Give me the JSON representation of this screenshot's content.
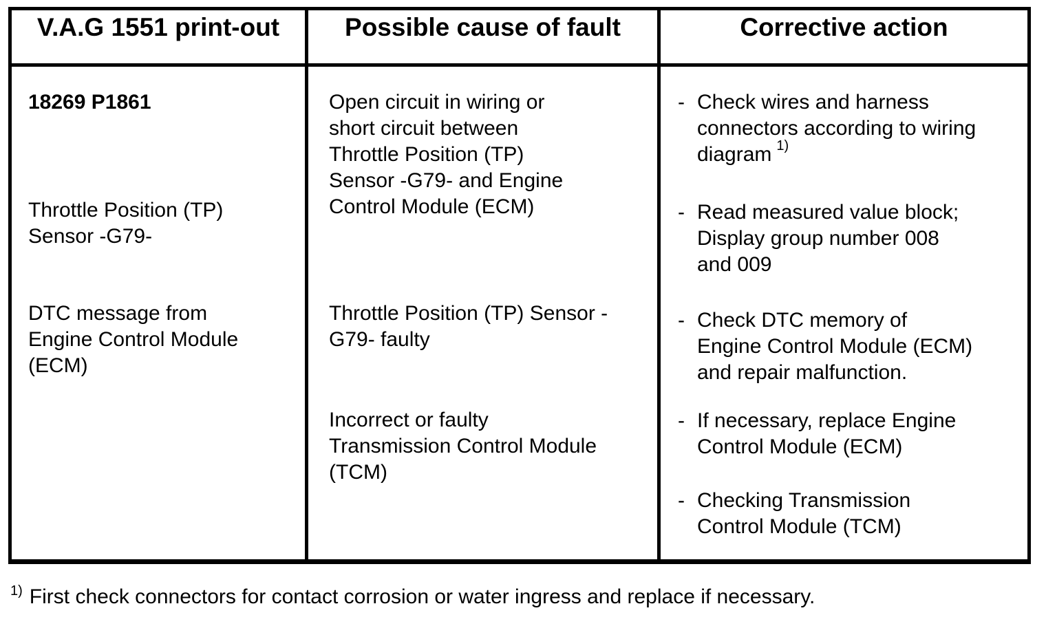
{
  "colors": {
    "background": "#ffffff",
    "text": "#000000",
    "border": "#000000"
  },
  "table": {
    "headers": [
      "V.A.G 1551 print-out",
      "Possible cause of fault",
      "Corrective action"
    ],
    "col1": {
      "dtc_code": "18269 P1861",
      "blocks": [
        {
          "lines": [
            "Throttle Position (TP)",
            "Sensor -G79-"
          ]
        },
        {
          "lines": [
            "DTC message from",
            "Engine Control Module",
            "(ECM)"
          ]
        }
      ]
    },
    "col2": {
      "blocks": [
        {
          "lines": [
            "Open circuit in wiring or",
            "short circuit between",
            "Throttle Position (TP)",
            "Sensor -G79- and Engine",
            "Control Module (ECM)"
          ]
        },
        {
          "lines": [
            "Throttle Position (TP) Sensor -",
            "G79- faulty"
          ]
        },
        {
          "lines": [
            "Incorrect or faulty",
            "Transmission Control Module",
            "(TCM)"
          ]
        }
      ]
    },
    "col3": {
      "bullet_char": "-",
      "bullets": [
        {
          "lines": [
            "Check wires and harness",
            "connectors according to wiring",
            "diagram"
          ],
          "footnote_ref": "1)"
        },
        {
          "lines": [
            "Read measured value block;",
            "Display group number 008",
            "and 009"
          ]
        },
        {
          "lines": [
            "Check DTC memory of",
            "Engine Control Module (ECM)",
            "and repair malfunction."
          ]
        },
        {
          "lines": [
            "If necessary, replace Engine",
            "Control Module (ECM)"
          ]
        },
        {
          "lines": [
            "Checking Transmission",
            "Control Module (TCM)"
          ]
        }
      ]
    }
  },
  "footnote": {
    "marker": "1)",
    "text": "First check connectors for contact corrosion or water ingress and replace if necessary."
  }
}
